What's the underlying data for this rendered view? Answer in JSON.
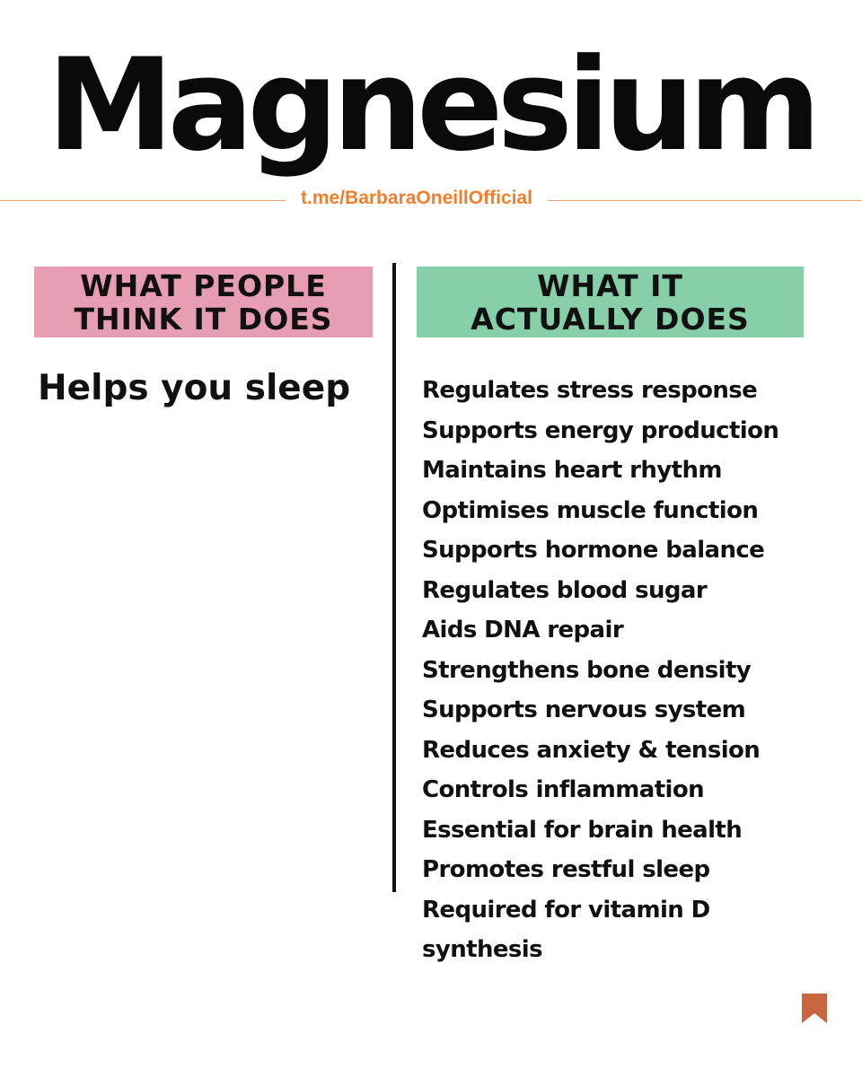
{
  "title": "Magnesium",
  "link": {
    "text": "t.me/BarbaraOneillOfficial",
    "color": "#f07e2c"
  },
  "left_column": {
    "header": "WHAT PEOPLE\nTHINK  IT DOES",
    "header_bg": "#e79eb2",
    "text": "Helps you sleep"
  },
  "right_column": {
    "header": "WHAT IT\nACTUALLY DOES",
    "header_bg": "#86cfa8",
    "items": [
      "Regulates stress response",
      "Supports energy production",
      "Maintains heart rhythm",
      "Optimises muscle function",
      "Supports hormone balance",
      "Regulates blood sugar",
      "Aids DNA repair",
      "Strengthens bone density",
      "Supports nervous system",
      "Reduces anxiety & tension",
      "Controls inflammation",
      "Essential for brain health",
      "Promotes restful sleep",
      "Required for vitamin D",
      "synthesis"
    ]
  },
  "icons": {
    "corner": "bookmark-icon",
    "corner_color": "#c8663f"
  }
}
